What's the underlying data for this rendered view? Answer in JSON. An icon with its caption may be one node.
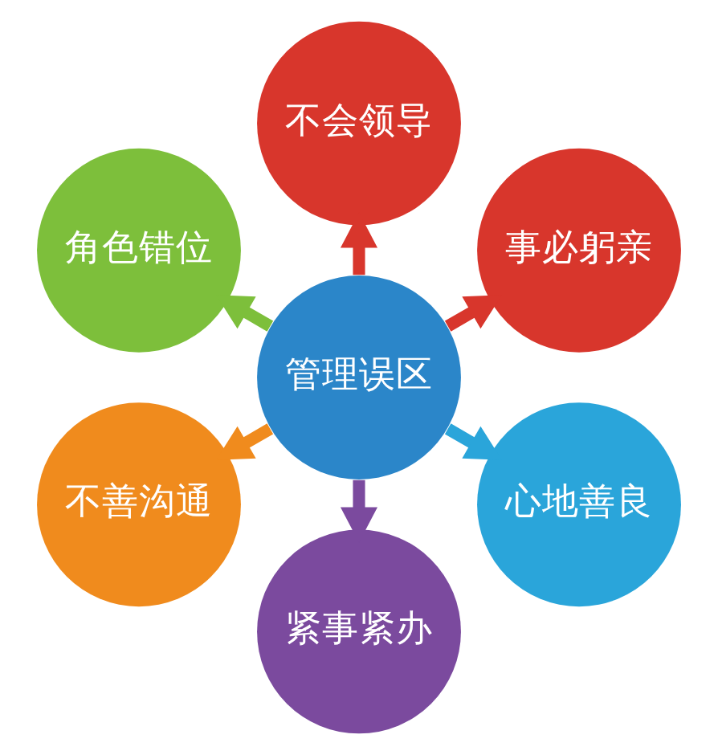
{
  "diagram": {
    "nodes": [
      {
        "text": [
          "事必躬亲"
        ]
      },
      {
        "text": [
          "不会领导"
        ]
      },
      {
        "text": [
          "角色错位"
        ]
      },
      {
        "text": [
          "管理误区"
        ]
      },
      {
        "text": [
          "不善沟通"
        ]
      },
      {
        "text": [
          "紧事紧办"
        ]
      },
      {
        "text": [
          "心地善良"
        ]
      }
    ],
    "edges": [
      {
        "from": 3,
        "to": 0,
        "arrow": "to",
        "color": "#d8362c"
      },
      {
        "from": 3,
        "to": 2,
        "arrow": "to",
        "color": "#7dbf3b"
      },
      {
        "from": 3,
        "to": 5,
        "arrow": "to",
        "color": "#7b4a9e"
      },
      {
        "from": 3,
        "to": 6,
        "arrow": "to",
        "color": "#2aa5da"
      },
      {
        "from": 3,
        "to": 4,
        "arrow": "to",
        "color": "#f08b1d"
      },
      {
        "from": 3,
        "to": 1,
        "arrow": "to",
        "color": "#d8362c"
      }
    ]
  }
}
